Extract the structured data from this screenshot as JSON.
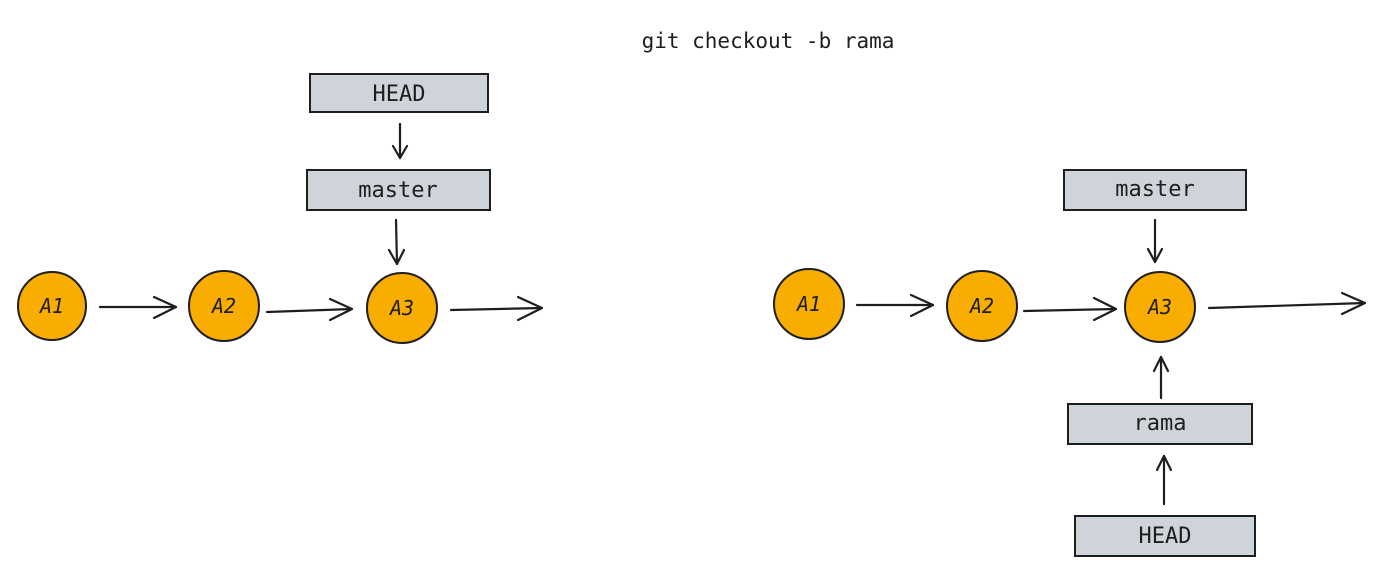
{
  "title": "git checkout -b rama",
  "colors": {
    "commit_fill": "#f8ad00",
    "ref_box_fill": "#ced4da",
    "stroke": "#1e1e1e",
    "background": "#ffffff"
  },
  "before": {
    "commits": [
      "A1",
      "A2",
      "A3"
    ],
    "refs": {
      "head": "HEAD",
      "master": "master"
    }
  },
  "after": {
    "commits": [
      "A1",
      "A2",
      "A3"
    ],
    "refs": {
      "master": "master",
      "rama": "rama",
      "head": "HEAD"
    }
  }
}
